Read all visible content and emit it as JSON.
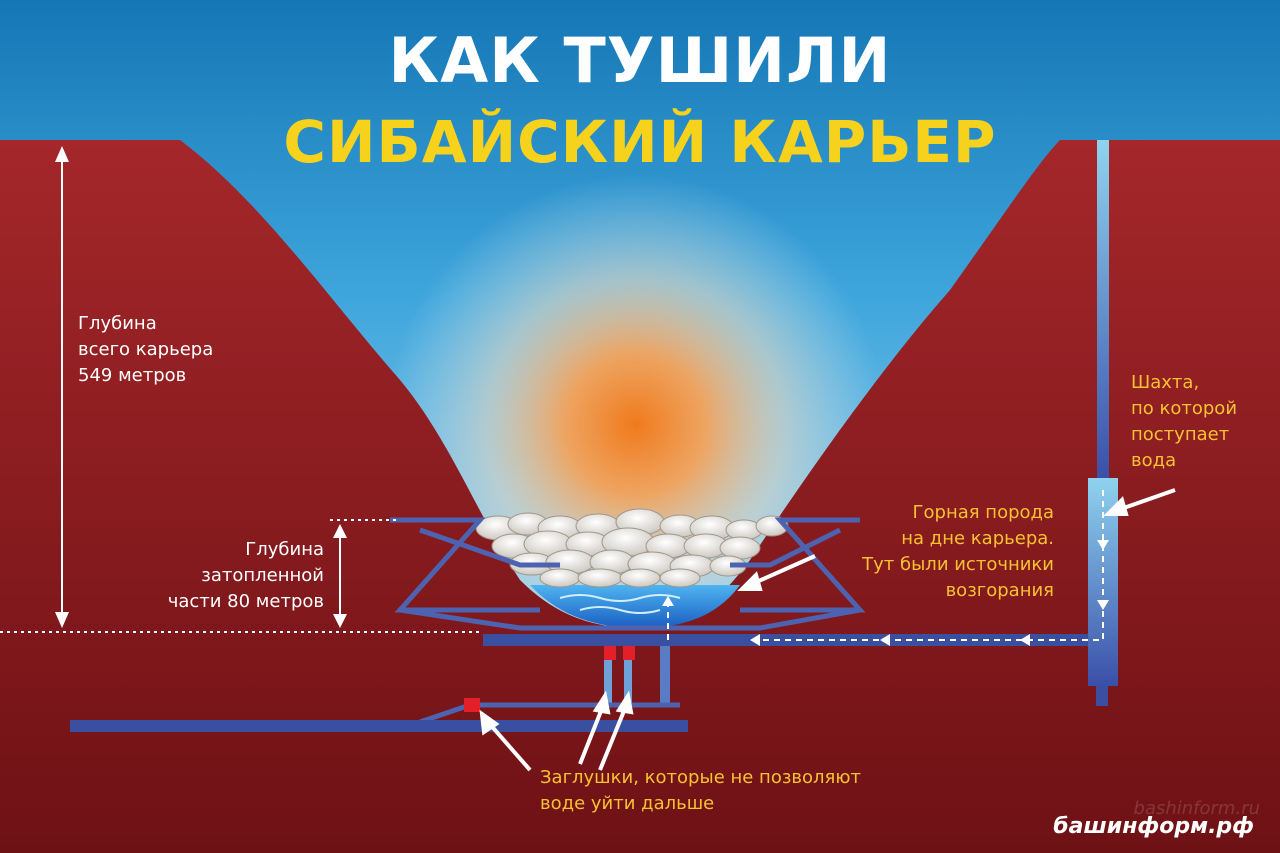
{
  "title": {
    "line1": "КАК ТУШИЛИ",
    "line2": "СИБАЙСКИЙ КАРЬЕР"
  },
  "labels": {
    "total_depth": [
      "Глубина",
      "всего карьера",
      "549 метров"
    ],
    "flooded_depth": [
      "Глубина",
      "затопленной",
      "части 80 метров"
    ],
    "shaft": [
      "Шахта,",
      "по которой",
      "поступает",
      "вода"
    ],
    "rock": [
      "Горная порода",
      "на дне карьера.",
      "Тут были источники",
      "возгорания"
    ],
    "plugs": [
      "Заглушки, которые не позволяют",
      "воде уйти дальше"
    ]
  },
  "brand": "башинформ.рф",
  "watermark": "bashinform.ru",
  "colors": {
    "earth": "#8a1a1e",
    "sky": "#1f7fc0",
    "fire": "#f07a1c",
    "pipe": "#3b4fa0",
    "water": "#2b8fe0",
    "plug": "#e3202a",
    "title_accent": "#f7d21c",
    "label_accent": "#f6c233"
  }
}
